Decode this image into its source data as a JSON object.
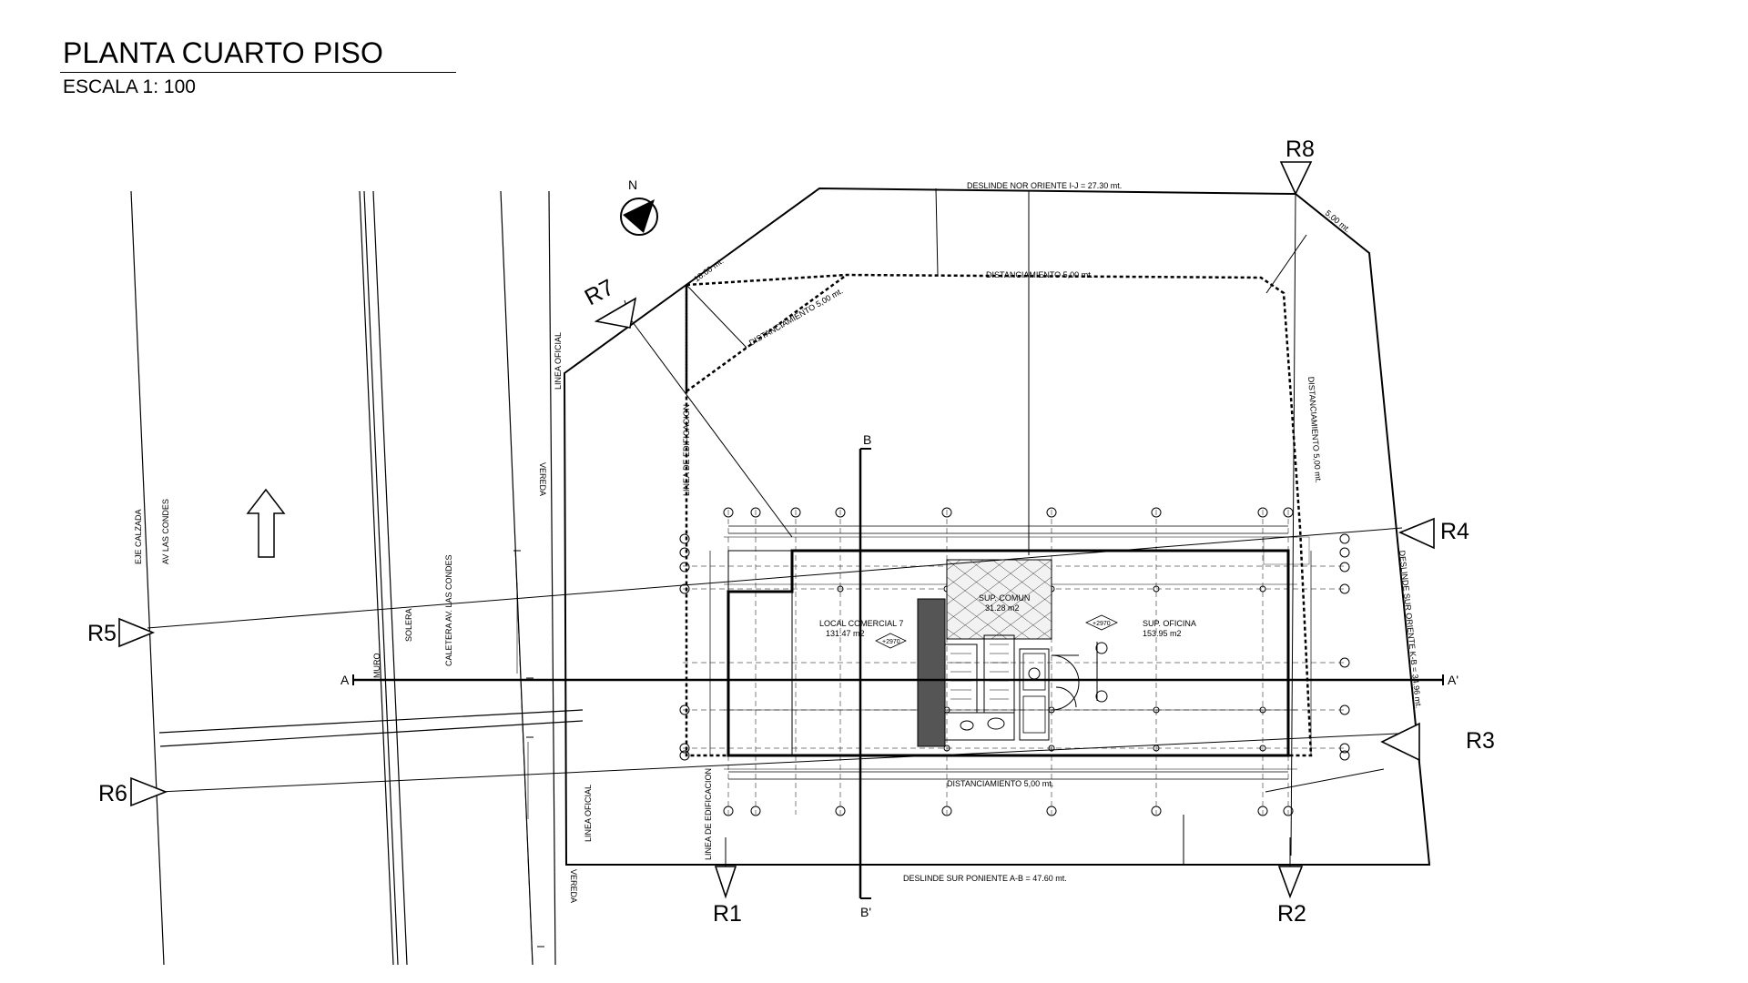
{
  "header": {
    "title": "PLANTA CUARTO PISO",
    "scale": "ESCALA 1: 100"
  },
  "north": {
    "label": "N"
  },
  "section_markers": {
    "r1": "R1",
    "r2": "R2",
    "r3": "R3",
    "r4": "R4",
    "r5": "R5",
    "r6": "R6",
    "r7": "R7",
    "r8": "R8"
  },
  "section_lines": {
    "a": "A",
    "a_prime": "A'",
    "b": "B",
    "b_prime": "B'"
  },
  "boundaries": {
    "north_east": "DESLINDE NOR ORIENTE I-J = 27.30 mt.",
    "south_west": "DESLINDE SUR PONIENTE A-B = 47.60 mt.",
    "south_east": "DESLINDE SUR ORIENTE K-B = 34.96 mt.",
    "setback_top": "DISTANCIAMIENTO 5,00 mt.",
    "setback_diag": "DISTANCIAMIENTO 5,00 mt.",
    "setback_right": "DISTANCIAMIENTO 5,00 mt.",
    "setback_bottom": "DISTANCIAMIENTO 5,00 mt.",
    "dim_18": "18.00 mt.",
    "dim_5": "5.00 mt."
  },
  "street": {
    "eje_calzada": "EJE CALZADA",
    "av_las_condes": "AV LAS CONDES",
    "muro": "MURO",
    "solera": "SOLERA",
    "caletera": "CALETERA AV. LAS CONDES",
    "vereda_top": "VEREDA",
    "vereda_bottom": "VEREDA",
    "linea_oficial_top": "LINEA OFICIAL",
    "linea_oficial_bottom": "LINEA OFICIAL",
    "linea_edificacion_top": "LINEA DE EDIFICACION",
    "linea_edificacion_bottom": "LINEA DE EDIFICACION"
  },
  "rooms": {
    "local_name": "LOCAL COMERCIAL 7",
    "local_area": "131.47 m2",
    "comun_name": "SUP. COMUN",
    "comun_area": "31.28 m2",
    "oficina_name": "SUP. OFICINA",
    "oficina_area": "153.95 m2",
    "level_tag_1": "+2970",
    "level_tag_2": "+2970"
  }
}
